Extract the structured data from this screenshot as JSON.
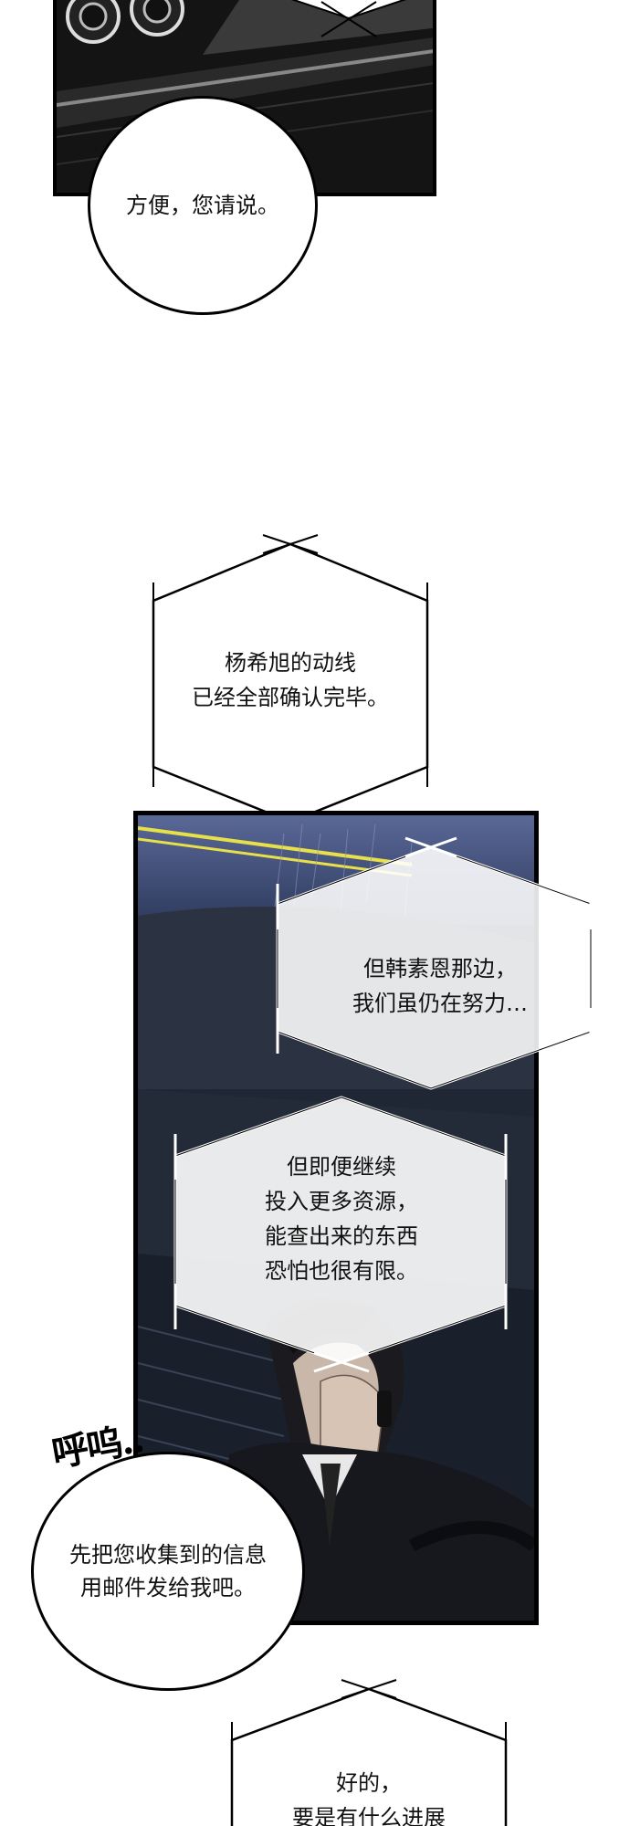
{
  "bubbles": {
    "first": "方便，您请说。",
    "last": "先把您收集到的信息\n用邮件发给我吧。"
  },
  "narration": {
    "box1": "杨希旭的动线\n已经全部确认完毕。",
    "box2": "但韩素恩那边，\n我们虽仍在努力…",
    "box3": "但即便继续\n投入更多资源，\n能查出来的东西\n恐怕也很有限。",
    "box4": "好的，\n要是有什么进展"
  },
  "sfx": {
    "sigh": "呼呜.."
  },
  "colors": {
    "ink": "#111111",
    "panel_dark": "#1c2330",
    "rain_blue": "#6a78a8",
    "highlight_yellow": "#e8e04a"
  }
}
